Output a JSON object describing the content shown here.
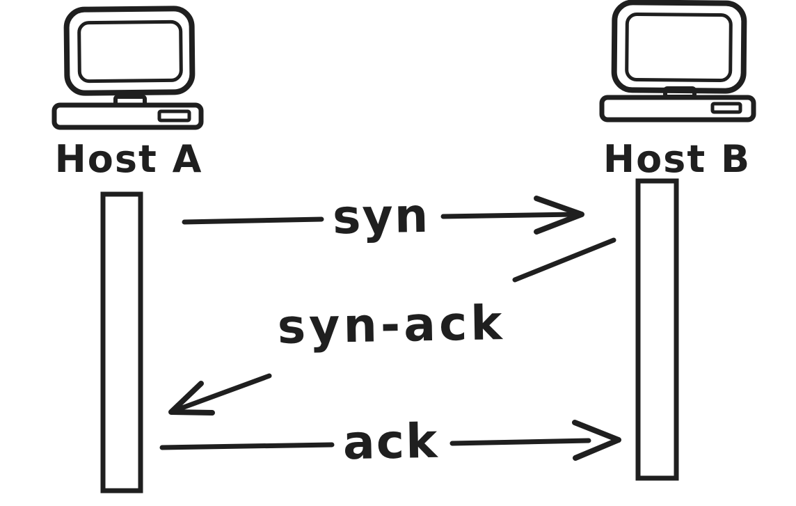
{
  "diagram": {
    "kind": "sequence-diagram",
    "style": "hand-drawn sketch, black ink on white"
  },
  "colors": {
    "ink": "#1f1f1f",
    "background": "#ffffff"
  },
  "hosts": [
    {
      "id": "host-a",
      "label": "Host A",
      "icon": "computer-icon"
    },
    {
      "id": "host-b",
      "label": "Host B",
      "icon": "computer-icon"
    }
  ],
  "messages": [
    {
      "label": "syn",
      "from": "Host A",
      "to": "Host B",
      "direction": "right"
    },
    {
      "label": "syn-ack",
      "from": "Host B",
      "to": "Host A",
      "direction": "left"
    },
    {
      "label": "ack",
      "from": "Host A",
      "to": "Host B",
      "direction": "right"
    }
  ]
}
